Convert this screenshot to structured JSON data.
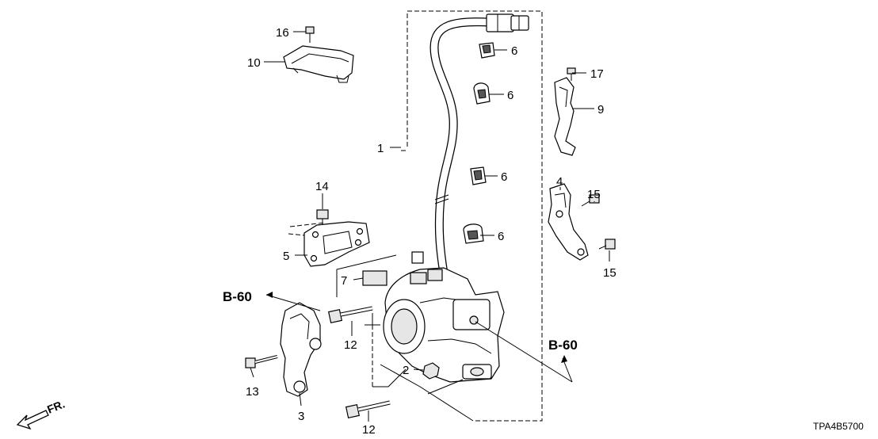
{
  "callouts": {
    "c1": "1",
    "c2": "2",
    "c3": "3",
    "c4": "4",
    "c5": "5",
    "c6a": "6",
    "c6b": "6",
    "c6c": "6",
    "c6d": "6",
    "c7": "7",
    "c9": "9",
    "c10": "10",
    "c12a": "12",
    "c12b": "12",
    "c13": "13",
    "c14": "14",
    "c15a": "15",
    "c15b": "15",
    "c16": "16",
    "c17": "17"
  },
  "references": {
    "left": "B-60",
    "right": "B-60"
  },
  "front_label": "FR.",
  "diagram_code": "TPA4B5700"
}
